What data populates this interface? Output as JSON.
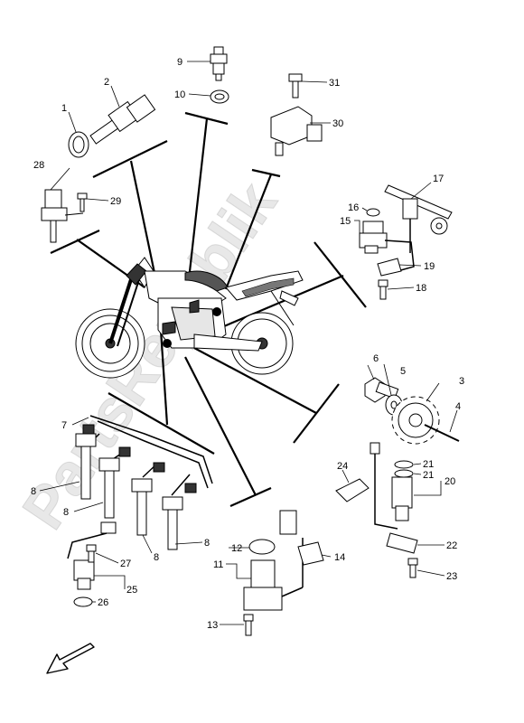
{
  "watermark": "PartsRepublik",
  "callouts": {
    "c1": "1",
    "c2": "2",
    "c3": "3",
    "c4": "4",
    "c5": "5",
    "c6": "6",
    "c7": "7",
    "c8a": "8",
    "c8b": "8",
    "c8c": "8",
    "c8d": "8",
    "c9": "9",
    "c10": "10",
    "c11": "11",
    "c12": "12",
    "c13": "13",
    "c14": "14",
    "c15": "15",
    "c16": "16",
    "c17": "17",
    "c18": "18",
    "c19": "19",
    "c20": "20",
    "c21a": "21",
    "c21b": "21",
    "c22": "22",
    "c23": "23",
    "c24": "24",
    "c25": "25",
    "c26": "26",
    "c27": "27",
    "c28": "28",
    "c29": "29",
    "c30": "30",
    "c31": "31"
  },
  "icons": {
    "direction": "front-arrow-icon"
  }
}
